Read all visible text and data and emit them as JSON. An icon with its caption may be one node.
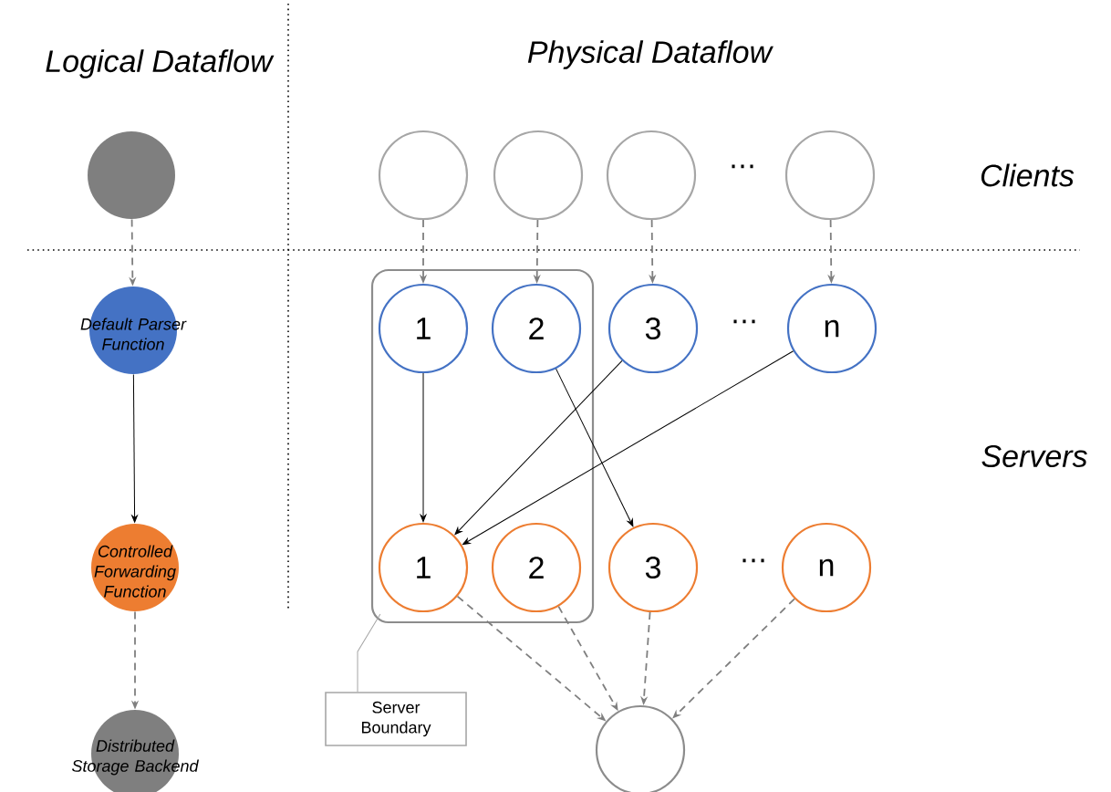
{
  "diagram": {
    "nodes": [
      {
        "text": [],
        "shape": "circle"
      },
      {
        "text": [
          "Default Parser Function"
        ]
      },
      {
        "text": [
          "Controlled Forwarding Function"
        ]
      },
      {
        "text": [
          "Distributed Storage Backend"
        ]
      },
      {
        "text": [],
        "shape": "circle"
      },
      {
        "text": [],
        "shape": "circle"
      },
      {
        "text": [],
        "shape": "circle"
      },
      {
        "text": [],
        "shape": "circle"
      },
      {
        "text": [],
        "shape": "box"
      },
      {
        "text": [
          "1"
        ],
        "in": 8
      },
      {
        "text": [
          "2"
        ],
        "in": 8
      },
      {
        "text": [
          "3"
        ]
      },
      {
        "text": [
          "n"
        ]
      },
      {
        "text": [
          "1"
        ],
        "in": 8
      },
      {
        "text": [
          "2"
        ],
        "in": 8
      },
      {
        "text": [
          "3"
        ]
      },
      {
        "text": [
          "n"
        ]
      },
      {
        "text": [
          "Server Boundary"
        ]
      },
      {
        "text": [],
        "shape": "circle"
      }
    ],
    "edges": [
      {
        "from": 0,
        "to": 1,
        "arrow": "to",
        "style": "dashed",
        "color": "#7f7f7f"
      },
      {
        "from": 1,
        "to": 2,
        "arrow": "to",
        "color": "#000000"
      },
      {
        "from": 2,
        "to": 3,
        "arrow": "to",
        "style": "dashed",
        "color": "#7f7f7f"
      },
      {
        "from": 4,
        "to": 9,
        "arrow": "to",
        "style": "dashed",
        "color": "#7f7f7f"
      },
      {
        "from": 5,
        "to": 10,
        "arrow": "to",
        "style": "dashed",
        "color": "#7f7f7f"
      },
      {
        "from": 6,
        "to": 11,
        "arrow": "to",
        "style": "dashed",
        "color": "#7f7f7f"
      },
      {
        "from": 7,
        "to": 12,
        "arrow": "to",
        "style": "dashed",
        "color": "#7f7f7f"
      },
      {
        "from": 9,
        "to": 13,
        "arrow": "to",
        "color": "#000000"
      },
      {
        "from": 10,
        "to": 15,
        "arrow": "to",
        "color": "#000000"
      },
      {
        "from": 11,
        "to": 13,
        "arrow": "to",
        "color": "#000000"
      },
      {
        "from": 12,
        "to": 13,
        "arrow": "to",
        "color": "#000000"
      },
      {
        "from": 13,
        "to": 18,
        "arrow": "to",
        "style": "dashed",
        "color": "#7f7f7f"
      },
      {
        "from": 14,
        "to": 18,
        "arrow": "to",
        "style": "dashed",
        "color": "#7f7f7f"
      },
      {
        "from": 15,
        "to": 18,
        "arrow": "to",
        "style": "dashed",
        "color": "#7f7f7f"
      },
      {
        "from": 16,
        "to": 18,
        "arrow": "to",
        "style": "dashed",
        "color": "#7f7f7f"
      },
      {
        "from": 17,
        "to": 8,
        "arrow": "none",
        "color": "#a6a6a6"
      }
    ],
    "labels": [
      "Logical Dataflow",
      "Physical Dataflow",
      "Clients",
      "Servers",
      "⋯",
      "⋯",
      "⋯"
    ]
  }
}
